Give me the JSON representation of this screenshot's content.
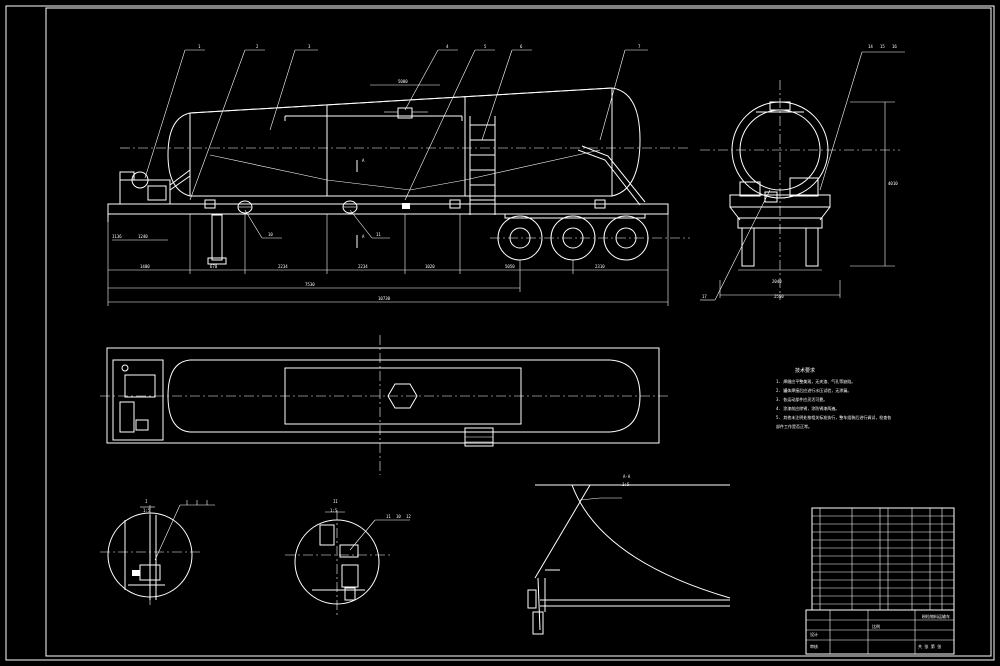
{
  "drawing": {
    "background": "#000000",
    "line_color": "#ffffff",
    "dimensions": {
      "top_1": "5000",
      "bottom_1": "1400",
      "bottom_2": "670",
      "bottom_3": "2234",
      "bottom_4": "2234",
      "bottom_5": "1020",
      "bottom_6": "5050",
      "bottom_7": "2310",
      "overall_1": "7530",
      "overall_2": "10730",
      "left_a": "1136",
      "left_b": "1240",
      "end_width": "2040",
      "end_overall": "2550",
      "end_height": "4010"
    },
    "detail_labels": {
      "det_a": "I",
      "det_a_sub": "1:5",
      "det_b": "II",
      "det_b_sub": "1:5",
      "det_c": "A-A",
      "det_c_sub": "1:5"
    },
    "balloons": {
      "b1": "1",
      "b2": "2",
      "b3": "3",
      "b4": "4",
      "b5": "5",
      "b6": "6",
      "b7": "7",
      "b10": "10",
      "b11": "11",
      "b12": "12",
      "b14": "14",
      "b15": "15",
      "b16": "16",
      "b17": "17"
    },
    "notes": {
      "title": "技术要求",
      "lines": [
        "1. 焊缝应平整美观，无夹渣、气孔等缺陷。",
        "2. 罐体焊接后应进行水压试验，无渗漏。",
        "3. 各运动部件应灵活可靠。",
        "4. 涂漆前应除锈，涂防锈漆两遍。",
        "5. 其他未注明处按相关标准执行，整车组装后进行调试，检查各",
        "   部件工作是否正常。"
      ]
    },
    "title_block": {
      "drawing_name": "粉粒物料运输车",
      "scale_label": "比例",
      "sheet_label": "共 张 第 张",
      "designer_label": "设计",
      "checker_label": "审核"
    }
  }
}
